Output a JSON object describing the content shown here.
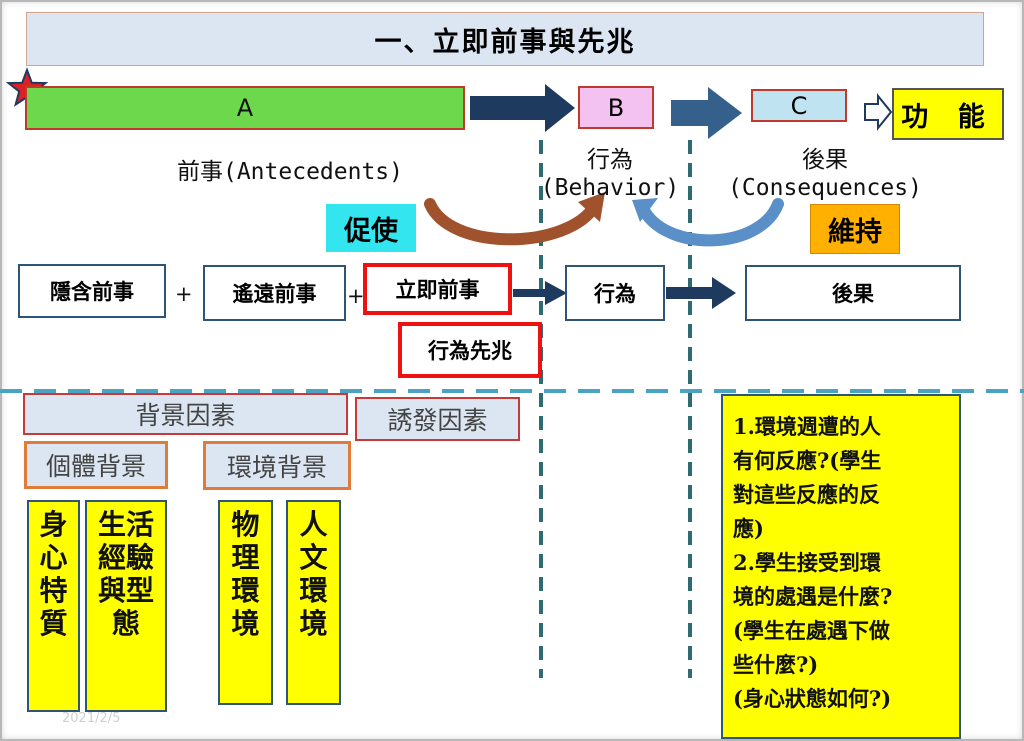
{
  "title": "一、立即前事與先兆",
  "top_row": {
    "a": "A",
    "b": "B",
    "c": "C",
    "function": "功 能"
  },
  "labels": {
    "antecedents": "前事(Antecedents)",
    "behavior_zh": "行為",
    "behavior_en": "(Behavior)",
    "consequences_zh": "後果",
    "consequences_en": "(Consequences)"
  },
  "badges": {
    "prompt": "促使",
    "maintain": "維持"
  },
  "chain": {
    "hidden": "隱含前事",
    "plus": "+",
    "distant": "遙遠前事",
    "immediate": "立即前事",
    "behavior": "行為",
    "consequence": "後果",
    "precursor": "行為先兆"
  },
  "factors": {
    "background": "背景因素",
    "trigger": "誘發因素",
    "individual": "個體背景",
    "environment": "環境背景",
    "columns": [
      {
        "lines": [
          "身",
          "心",
          "特",
          "質"
        ]
      },
      {
        "lines": [
          "生活",
          "經驗",
          "與型",
          "態"
        ]
      },
      {
        "lines": [
          "物",
          "理",
          "環",
          "境"
        ]
      },
      {
        "lines": [
          "人",
          "文",
          "環",
          "境"
        ]
      }
    ]
  },
  "questions": [
    "1.環境週遭的人",
    "有何反應?(學生",
    "對這些反應的反",
    "應)",
    "2.學生接受到環",
    "境的處遇是什麼?",
    "(學生在處遇下做",
    "些什麼?)",
    "(身心狀態如何?)"
  ],
  "date": "2021/2/5",
  "colors": {
    "title_bg": "#dce6f2",
    "a_fill": "#6ed84c",
    "b_fill": "#f4c2f0",
    "c_fill": "#bfe3f0",
    "highlight_yellow": "#ffff00",
    "cyan_badge": "#33e5ef",
    "orange_badge": "#ffb000",
    "arrow_navy": "#1f3a5f",
    "brown_arc": "#a0522d",
    "blue_arc": "#5b8fc7",
    "red_border": "#ee1111",
    "dashed_teal": "#2f6b73"
  }
}
